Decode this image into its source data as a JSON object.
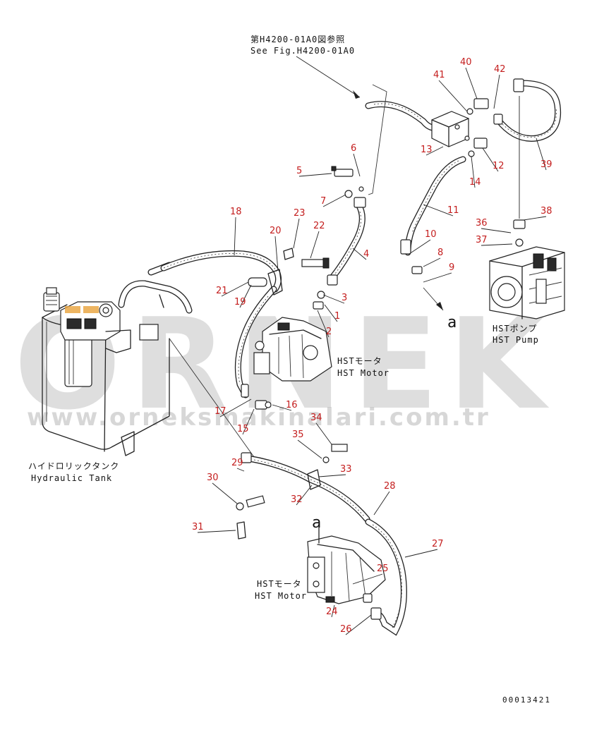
{
  "figure": {
    "ref_jp": "第H4200-01A0図参照",
    "ref_en": "See Fig.H4200-01A0",
    "doc_number": "00013421",
    "view_marker": "a"
  },
  "components": {
    "hst_pump_jp": "HSTポンプ",
    "hst_pump_en": "HST Pump",
    "hst_motor_upper_jp": "HSTモータ",
    "hst_motor_upper_en": "HST Motor",
    "hst_motor_lower_jp": "HSTモータ",
    "hst_motor_lower_en": "HST Motor",
    "tank_jp": "ハイドロリックタンク",
    "tank_en": "Hydraulic Tank"
  },
  "watermark": {
    "brand": "ORNEK",
    "url": "www.orneksmakinalari.com.tr"
  },
  "callouts": [
    "1",
    "2",
    "3",
    "4",
    "5",
    "6",
    "7",
    "8",
    "9",
    "10",
    "11",
    "12",
    "13",
    "14",
    "15",
    "16",
    "17",
    "18",
    "19",
    "20",
    "21",
    "22",
    "23",
    "24",
    "25",
    "26",
    "27",
    "28",
    "29",
    "30",
    "31",
    "32",
    "33",
    "34",
    "35",
    "36",
    "37",
    "38",
    "39",
    "40",
    "41",
    "42"
  ]
}
